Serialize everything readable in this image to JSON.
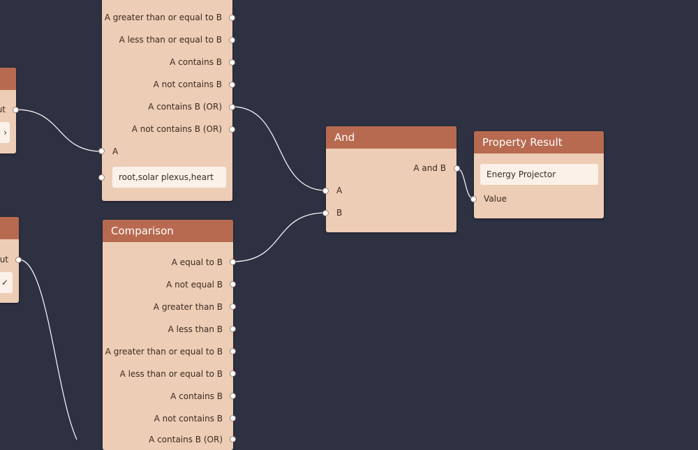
{
  "left_nodes": {
    "top_output_label": "ut",
    "bottom_output_label": "ut",
    "top_field_glyph": "›",
    "bottom_field_glyph": "✓"
  },
  "comparison_top": {
    "outputs": [
      "A greater than or equal to B",
      "A less than or equal to B",
      "A contains B",
      "A not contains B",
      "A contains B (OR)",
      "A not contains B (OR)"
    ],
    "input_a": "A",
    "text_value": "root,solar plexus,heart"
  },
  "comparison_bottom": {
    "title": "Comparison",
    "outputs": [
      "A equal to B",
      "A not equal B",
      "A greater than B",
      "A less than B",
      "A greater than or equal to B",
      "A less than or equal to B",
      "A contains B",
      "A not contains B",
      "A contains B (OR)"
    ]
  },
  "and_node": {
    "title": "And",
    "output": "A and B",
    "input_a": "A",
    "input_b": "B"
  },
  "property_result": {
    "title": "Property Result",
    "text_value": "Energy Projector",
    "input": "Value"
  },
  "colors": {
    "background": "#2e3142",
    "node_body": "#edcdb5",
    "node_header": "#b86a50",
    "field": "#fbf1e9",
    "wire": "#ffffff"
  }
}
